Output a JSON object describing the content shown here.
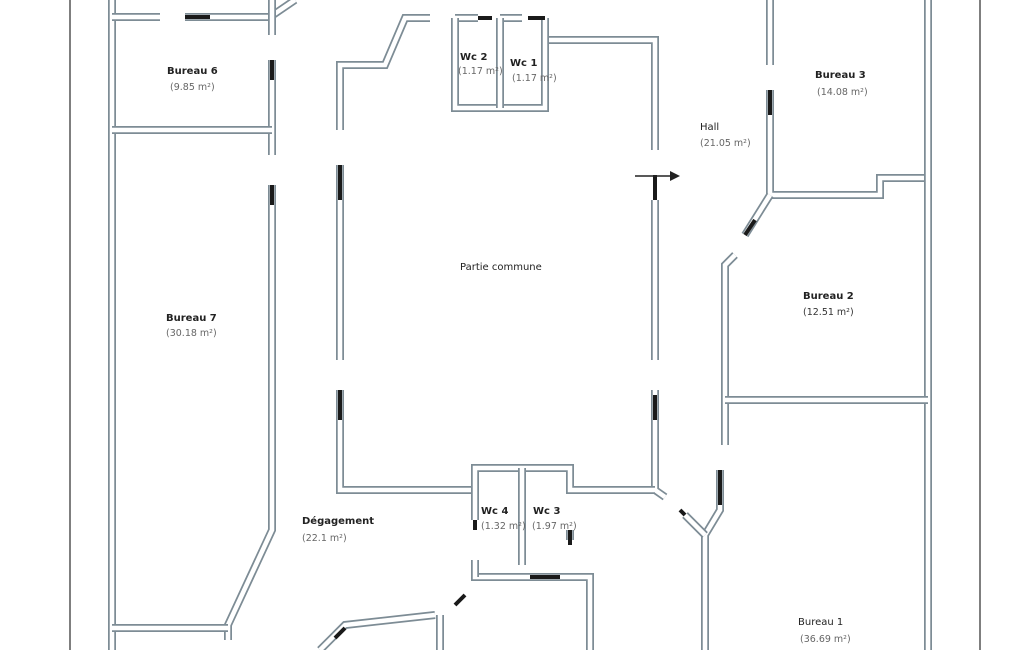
{
  "rooms": [
    {
      "name": "Bureau 6",
      "area": "(9.85 m²)"
    },
    {
      "name": "Bureau 7",
      "area": "(30.18 m²)"
    },
    {
      "name": "Wc 2",
      "area": "(1.17 m²)"
    },
    {
      "name": "Wc 1",
      "area": "(1.17 m²)"
    },
    {
      "name": "Hall",
      "area": "(21.05 m²)"
    },
    {
      "name": "Bureau 3",
      "area": "(14.08 m²)"
    },
    {
      "name": "Partie commune",
      "area": ""
    },
    {
      "name": "Bureau 2",
      "area": "(12.51 m²)"
    },
    {
      "name": "Dégagement",
      "area": "(22.1 m²)"
    },
    {
      "name": "Wc 4",
      "area": "(1.32 m²)"
    },
    {
      "name": "Wc 3",
      "area": "(1.97 m²)"
    },
    {
      "name": "Bureau 1",
      "area": "(36.69 m²)"
    }
  ],
  "colors": {
    "wall": "#7d8c95",
    "door": "#1a1a1a"
  }
}
